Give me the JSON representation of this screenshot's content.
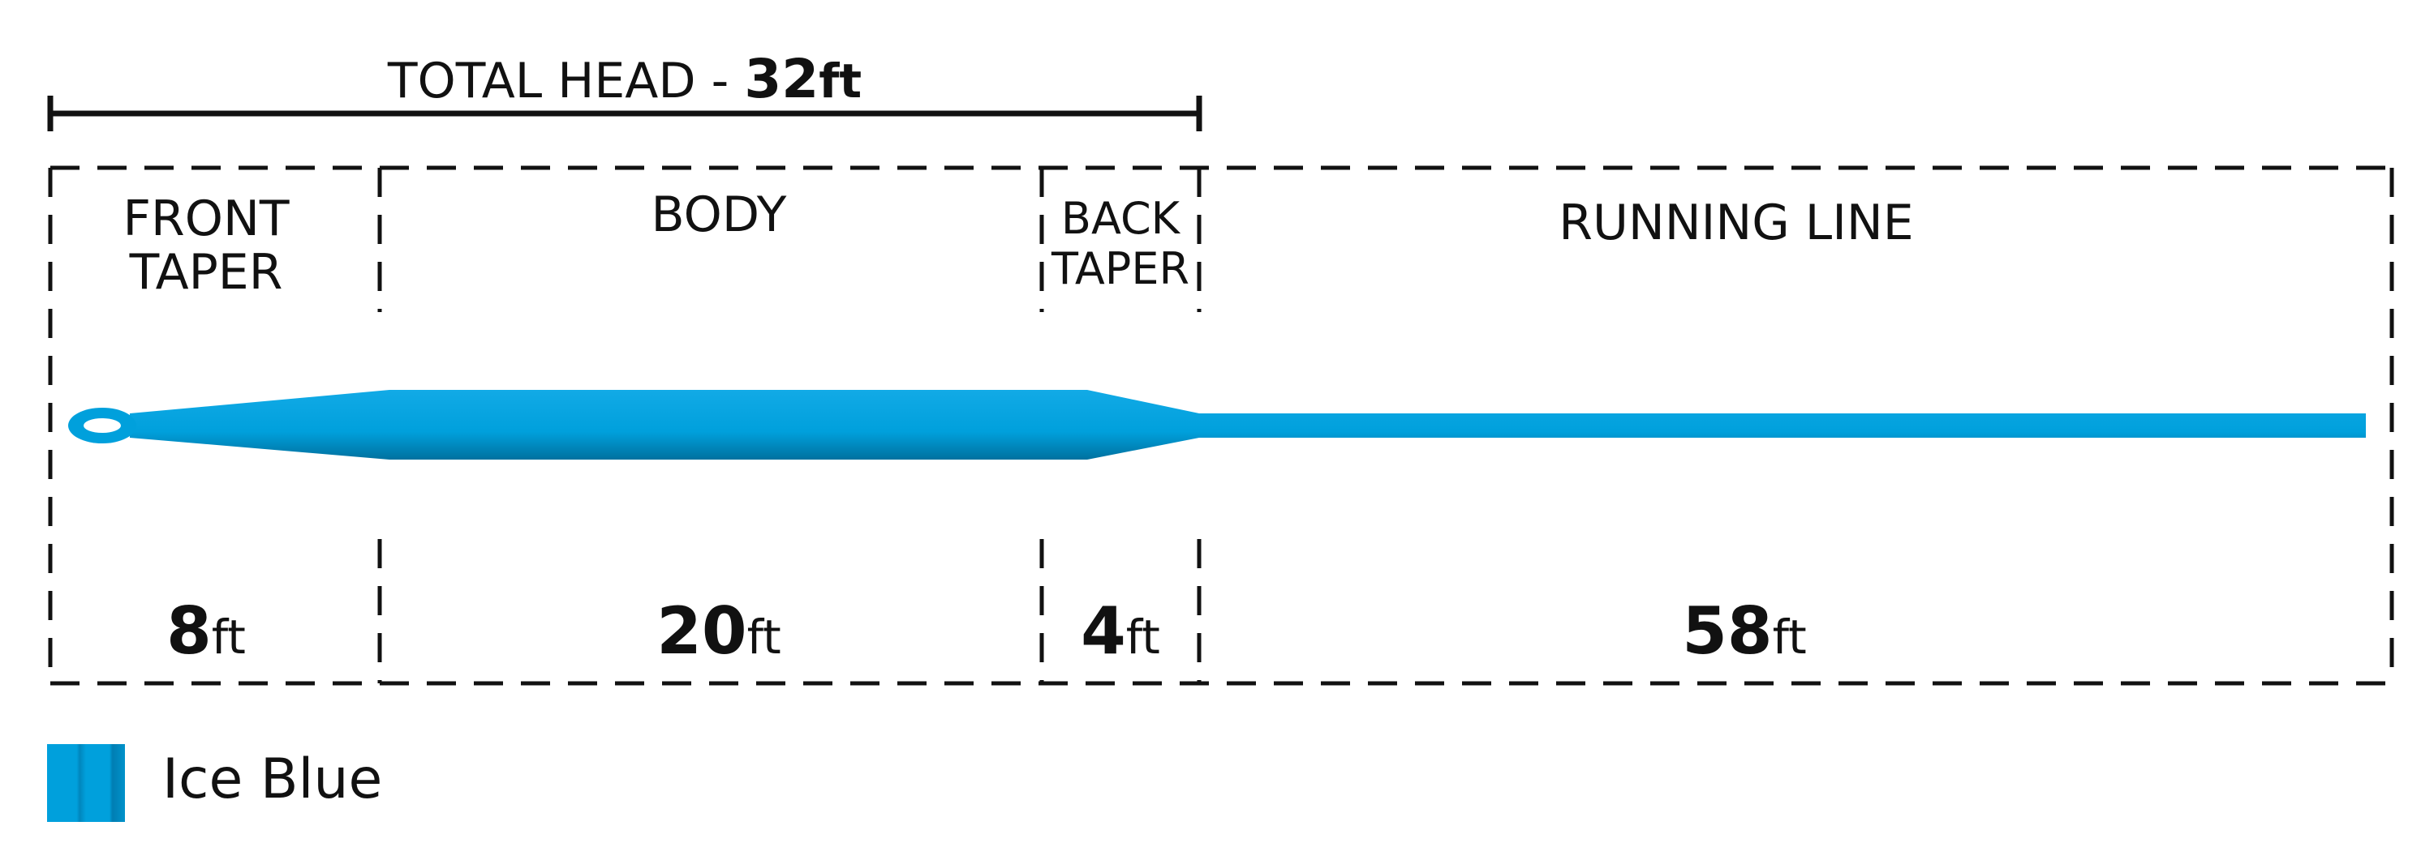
{
  "line_color": "#00a0dc",
  "line_color_dark": "#007db3",
  "text_color": "#111111",
  "total_head": {
    "label": "TOTAL HEAD - ",
    "value": "32",
    "unit": "ft"
  },
  "sections": [
    {
      "id": "front-taper",
      "label_lines": [
        "FRONT",
        "TAPER"
      ],
      "length": "8",
      "unit": "ft"
    },
    {
      "id": "body",
      "label_lines": [
        "BODY"
      ],
      "length": "20",
      "unit": "ft"
    },
    {
      "id": "back-taper",
      "label_lines": [
        "BACK",
        "TAPER"
      ],
      "length": "4",
      "unit": "ft"
    },
    {
      "id": "running-line",
      "label_lines": [
        "RUNNING LINE"
      ],
      "length": "58",
      "unit": "ft"
    }
  ],
  "legend": {
    "swatch_icon": "color-swatch-icon",
    "color_name": "Ice Blue"
  }
}
